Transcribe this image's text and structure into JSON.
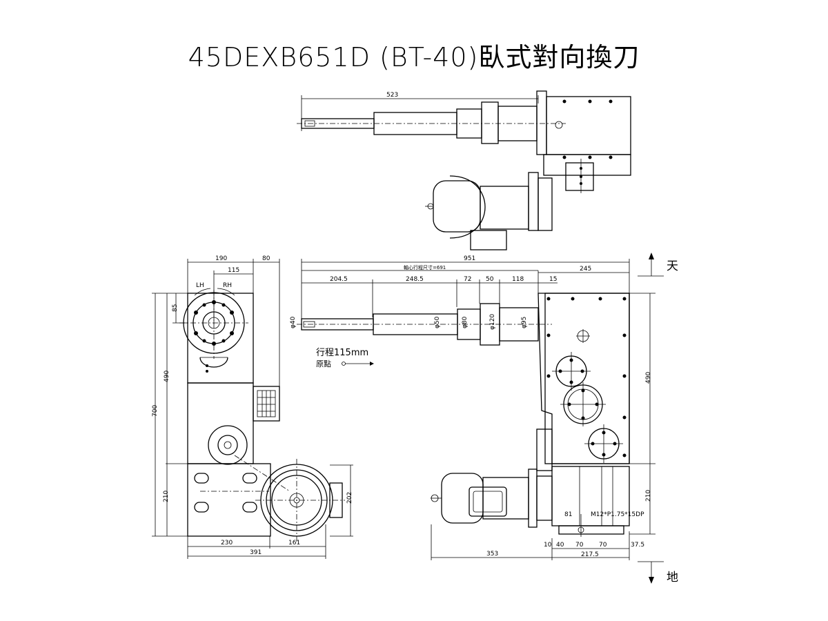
{
  "title": "45DEXB651D (BT-40)臥式對向換刀",
  "top_view": {
    "dim_length": "523"
  },
  "front_view": {
    "dims_top": {
      "total": "951",
      "stroke_note": "軸心行程尺寸=691",
      "d1": "204.5",
      "d2": "248.5",
      "d3": "72",
      "d4": "50",
      "d5": "118",
      "d6": "15",
      "d7": "245"
    },
    "diameters": [
      "φ40",
      "φ50",
      "φ80",
      "φ120",
      "φ95"
    ],
    "stroke_label": "行程115mm",
    "origin_label": "原點",
    "dim_right_upper": "490",
    "dim_right_lower": "210",
    "dims_bottom": {
      "d353": "353",
      "d217": "217.5",
      "d10": "10",
      "d40": "40",
      "d70a": "70",
      "d70b": "70",
      "d37": "37.5",
      "d81": "81"
    },
    "thread_note": "M12*P1.75*15DP",
    "up_label": "天",
    "down_label": "地"
  },
  "side_view": {
    "dims_top": {
      "d190": "190",
      "d80": "80",
      "d115": "115"
    },
    "lh": "LH",
    "rh": "RH",
    "d85": "85",
    "d490": "490",
    "d700": "700",
    "d210": "210",
    "d202": "202",
    "d230": "230",
    "d161": "161",
    "d391": "391"
  }
}
